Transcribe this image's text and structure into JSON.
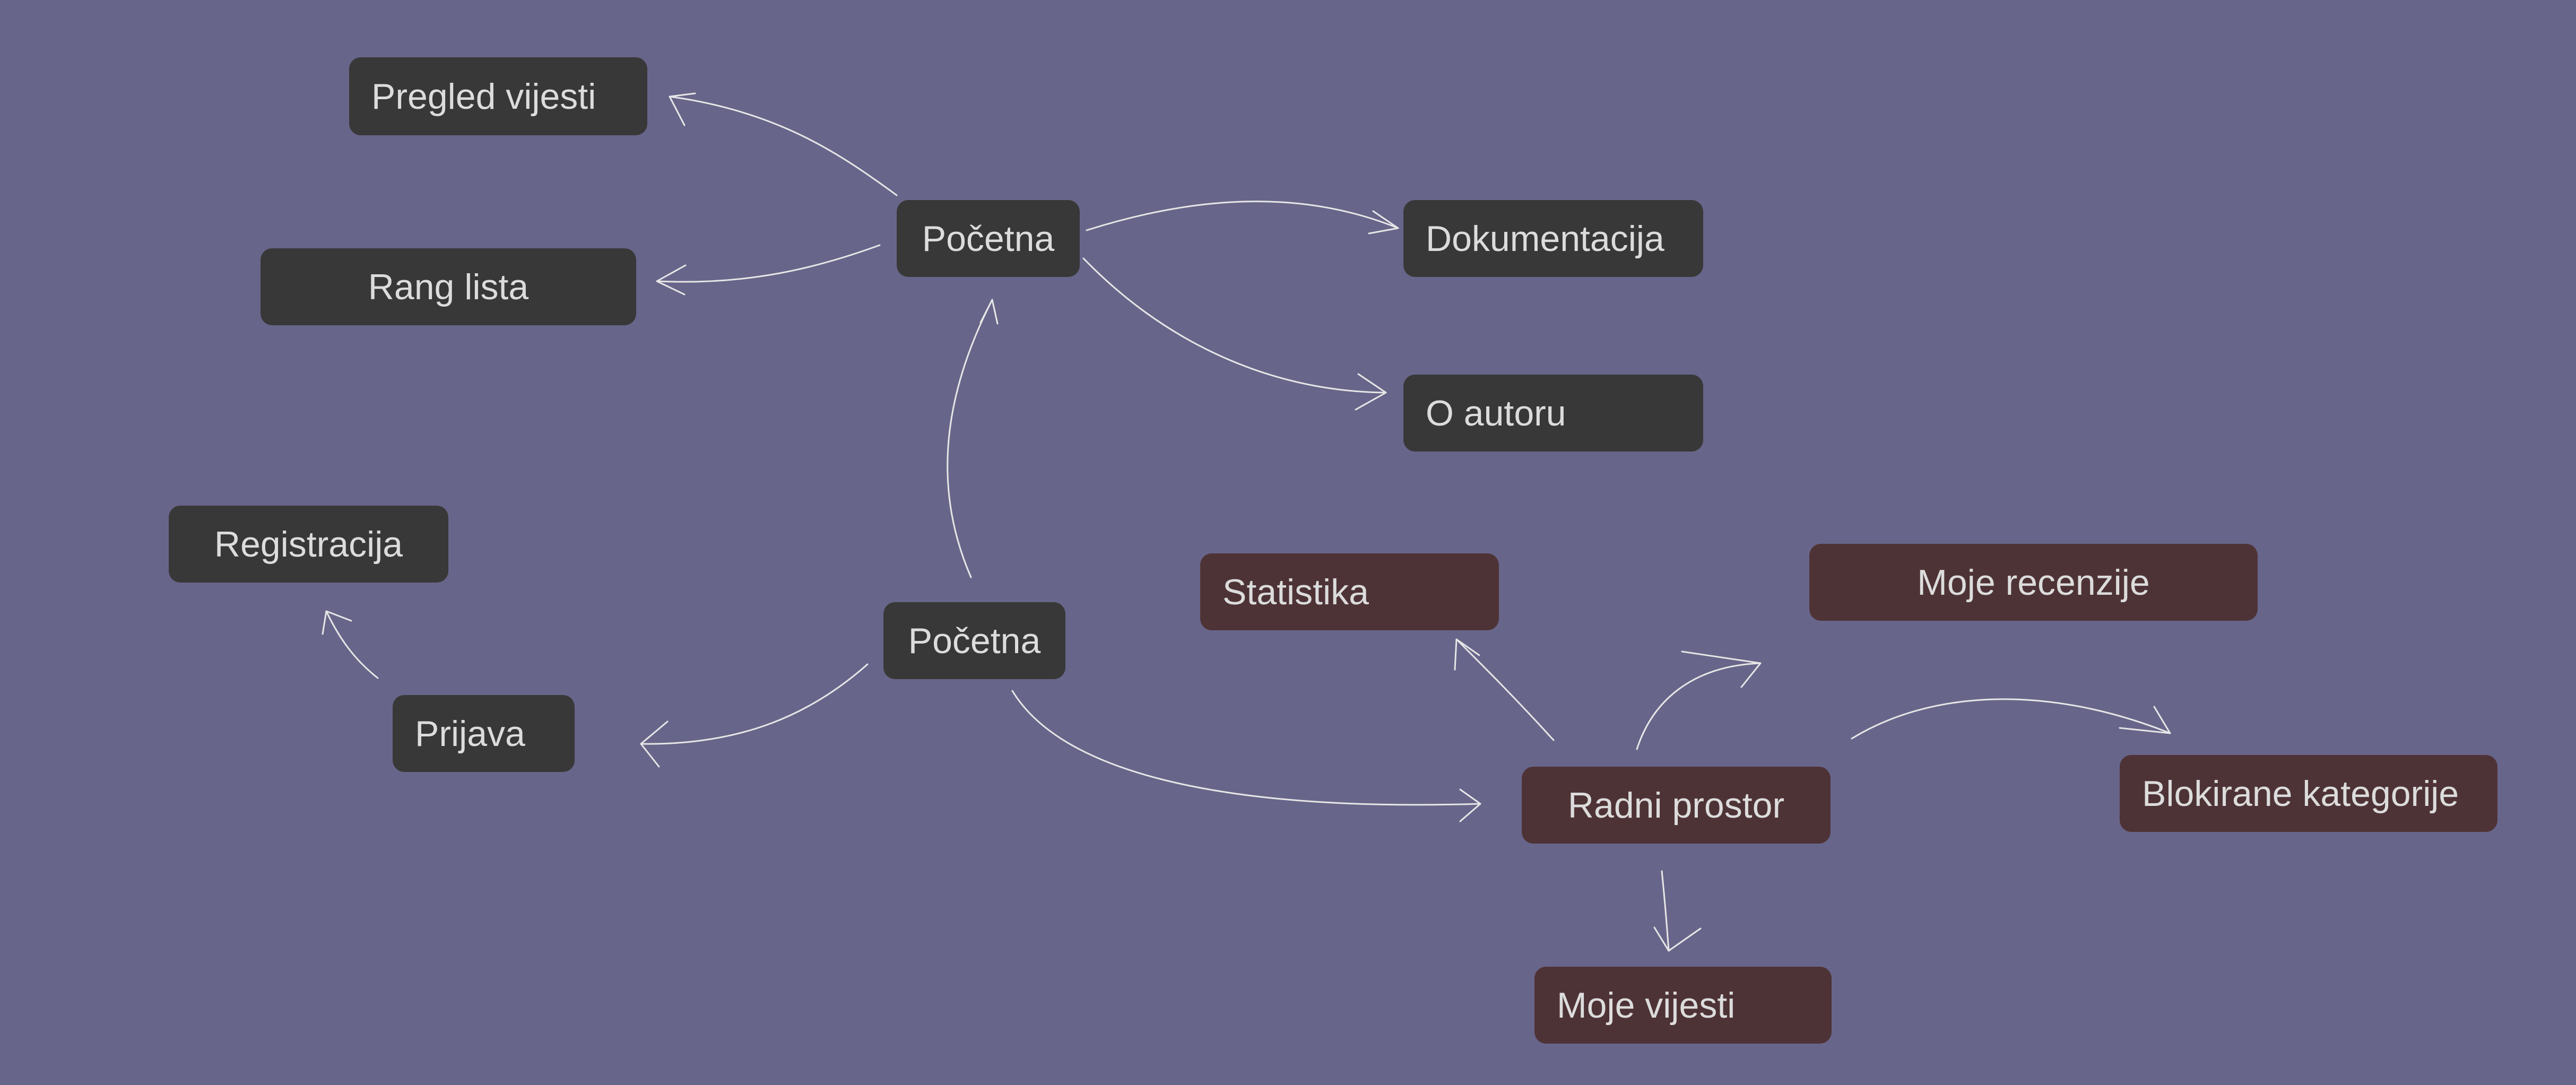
{
  "diagram": {
    "background_color": "#68658a",
    "node_colors": {
      "dark": "#383838",
      "maroon": "#4e3336",
      "text": "#dcdcdc",
      "edge": "#e6e6e6"
    },
    "nodes": {
      "pregled_vijesti": "Pregled vijesti",
      "rang_lista": "Rang lista",
      "pocetna_top": "Početna",
      "dokumentacija": "Dokumentacija",
      "o_autoru": "O autoru",
      "registracija": "Registracija",
      "prijava": "Prijava",
      "pocetna_root": "Početna",
      "statistika": "Statistika",
      "moje_recenzije": "Moje recenzije",
      "radni_prostor": "Radni prostor",
      "blokirane_kategorije": "Blokirane kategorije",
      "moje_vijesti": "Moje vijesti"
    },
    "edges": [
      {
        "from": "pocetna_root",
        "to": "pocetna_top"
      },
      {
        "from": "pocetna_top",
        "to": "pregled_vijesti"
      },
      {
        "from": "pocetna_top",
        "to": "rang_lista"
      },
      {
        "from": "pocetna_top",
        "to": "dokumentacija"
      },
      {
        "from": "pocetna_top",
        "to": "o_autoru"
      },
      {
        "from": "pocetna_root",
        "to": "prijava"
      },
      {
        "from": "prijava",
        "to": "registracija"
      },
      {
        "from": "pocetna_root",
        "to": "radni_prostor"
      },
      {
        "from": "radni_prostor",
        "to": "statistika"
      },
      {
        "from": "radni_prostor",
        "to": "moje_recenzije"
      },
      {
        "from": "radni_prostor",
        "to": "blokirane_kategorije"
      },
      {
        "from": "radni_prostor",
        "to": "moje_vijesti"
      }
    ]
  }
}
